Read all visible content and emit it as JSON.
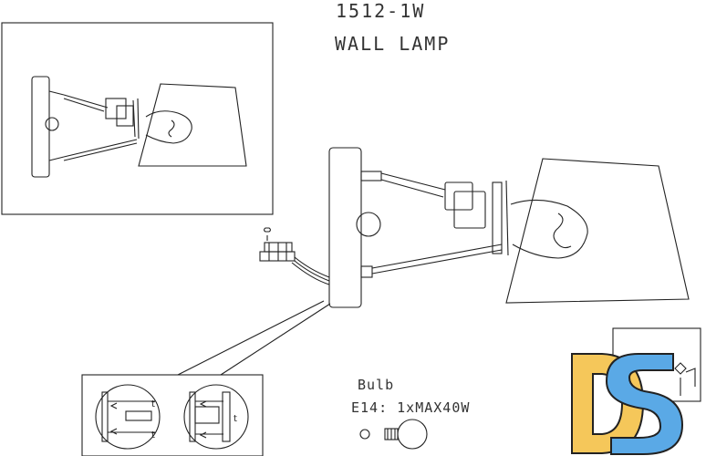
{
  "header": {
    "model": "1512-1W",
    "product": "WALL LAMP"
  },
  "bulb": {
    "heading": "Bulb",
    "spec": "E14: 1xMAX40W"
  },
  "colors": {
    "line": "#222222",
    "logo_yellow": "#f5c75a",
    "logo_blue": "#5aa9e6"
  },
  "icons": [
    "screw-icon",
    "bulb-icon",
    "mounting-detail-icon",
    "brand-logo-icon"
  ]
}
